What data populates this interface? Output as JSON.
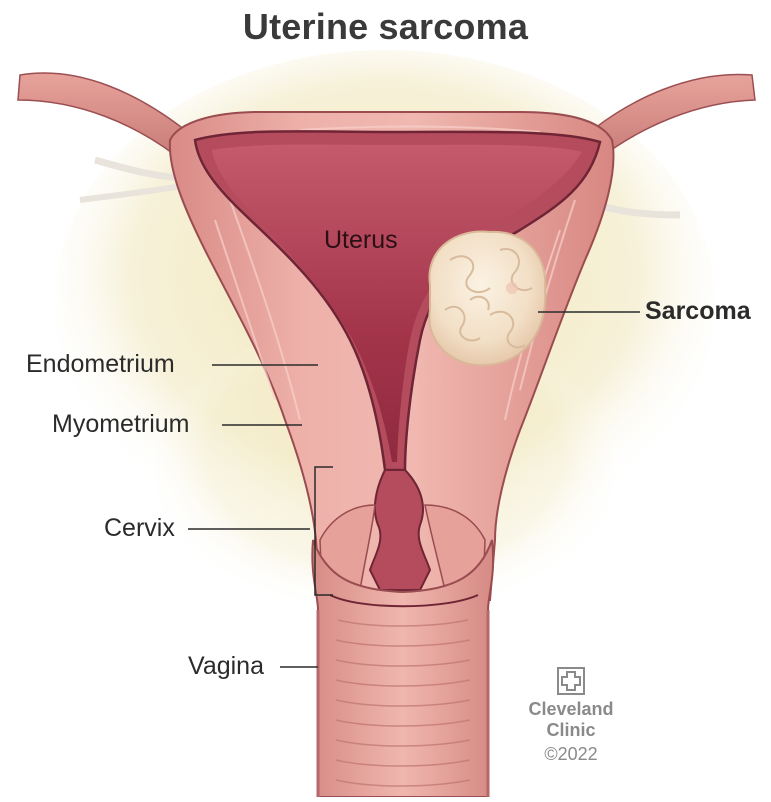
{
  "title": "Uterine sarcoma",
  "labels": {
    "uterus": "Uterus",
    "sarcoma": "Sarcoma",
    "endometrium": "Endometrium",
    "myometrium": "Myometrium",
    "cervix": "Cervix",
    "vagina": "Vagina"
  },
  "brand": {
    "line1": "Cleveland",
    "line2": "Clinic",
    "copyright": "©2022"
  },
  "colors": {
    "myometrium": "#e9a7a2",
    "endometrium_lining": "#b94a5c",
    "cavity": "#a3334a",
    "sarcoma": "#f3e4cf",
    "background_fat": "#efe5b8",
    "leader_line": "#2b2b2b"
  }
}
